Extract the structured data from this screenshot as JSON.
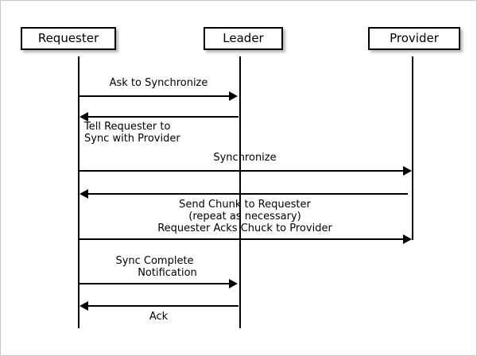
{
  "diagram": {
    "type": "sequence-diagram",
    "background_color": "#ffffff",
    "line_color": "#000000",
    "border_color": "#c8c8c8",
    "participants": [
      {
        "name": "requester",
        "label": "Requester"
      },
      {
        "name": "leader",
        "label": "Leader"
      },
      {
        "name": "provider",
        "label": "Provider"
      }
    ],
    "messages": [
      {
        "name": "ask-to-synchronize",
        "from": "requester",
        "to": "leader",
        "direction": "right",
        "label_position": "above",
        "lines": [
          "Ask to Synchronize"
        ]
      },
      {
        "name": "tell-requester-to-sync-with-provider",
        "from": "leader",
        "to": "requester",
        "direction": "left",
        "label_position": "below",
        "lines": [
          "Tell Requester to",
          "Sync with Provider"
        ]
      },
      {
        "name": "synchronize",
        "from": "requester",
        "to": "provider",
        "direction": "right",
        "label_position": "above",
        "lines": [
          "Synchronize"
        ]
      },
      {
        "name": "send-chunk-to-requester",
        "from": "provider",
        "to": "requester",
        "direction": "left",
        "label_position": "below",
        "lines": [
          "Send Chunk to Requester",
          "(repeat as necessary)"
        ]
      },
      {
        "name": "requester-acks-chuck-to-provider",
        "from": "requester",
        "to": "provider",
        "direction": "right",
        "label_position": "above",
        "lines": [
          "Requester Acks Chuck to Provider"
        ]
      },
      {
        "name": "sync-complete-notification",
        "from": "requester",
        "to": "leader",
        "direction": "right",
        "label_position": "above",
        "lines": [
          "Sync Complete",
          "Notification"
        ]
      },
      {
        "name": "ack",
        "from": "leader",
        "to": "requester",
        "direction": "left",
        "label_position": "below",
        "lines": [
          "Ack"
        ]
      }
    ]
  }
}
